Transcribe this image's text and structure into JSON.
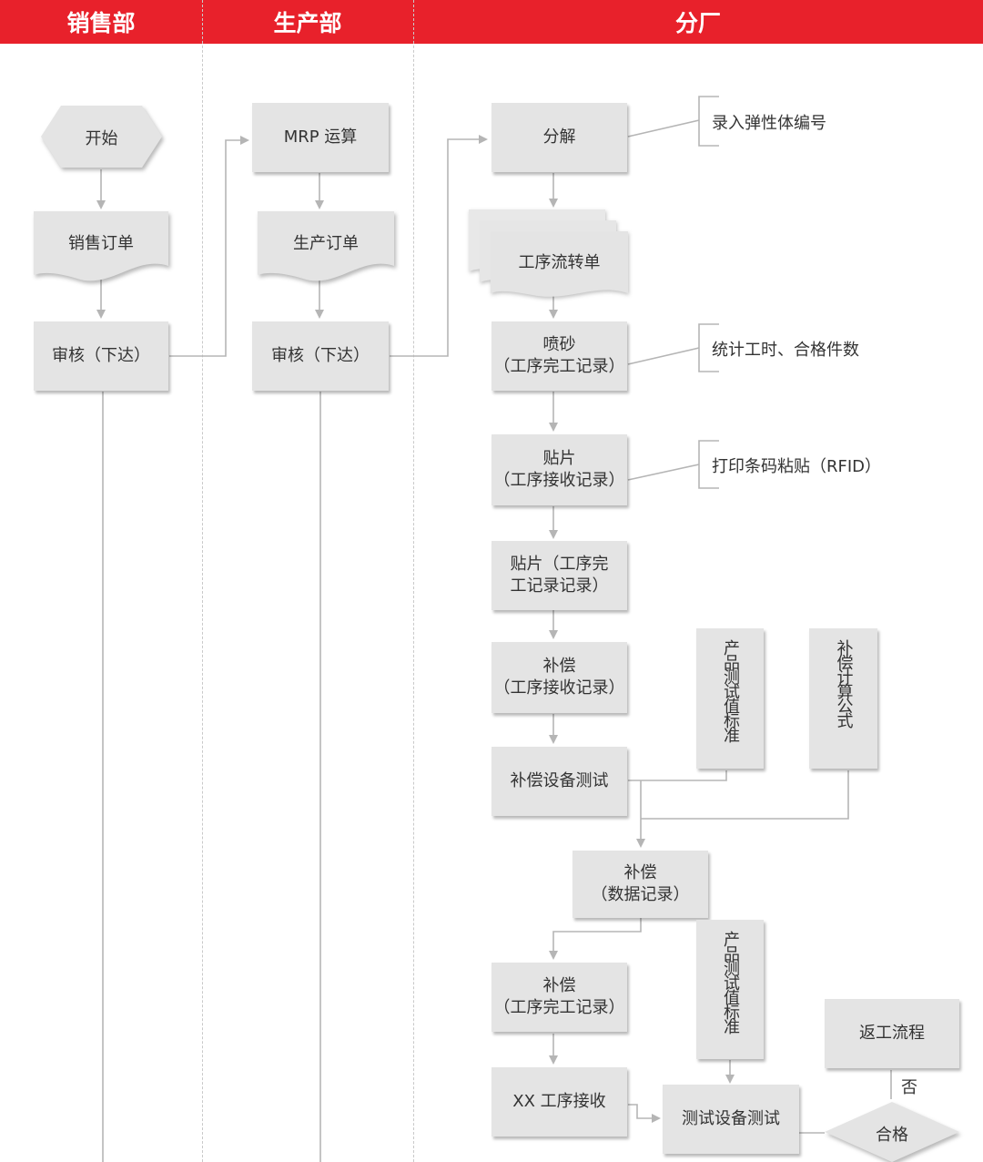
{
  "lanes": {
    "sales": "销售部",
    "production": "生产部",
    "factory": "分厂"
  },
  "sales": {
    "start": "开始",
    "order": "销售订单",
    "review": "审核（下达）"
  },
  "production": {
    "mrp": "MRP 运算",
    "order": "生产订单",
    "review": "审核（下达）"
  },
  "factory": {
    "decompose": "分解",
    "process_sheet": "工序流转单",
    "sandblast_line1": "喷砂",
    "sandblast_line2": "（工序完工记录）",
    "patch1_line1": "贴片",
    "patch1_line2": "（工序接收记录）",
    "patch2_line1": "贴片（工序完",
    "patch2_line2": "工记录记录）",
    "comp1_line1": "补偿",
    "comp1_line2": "（工序接收记录）",
    "comp_test": "补偿设备测试",
    "comp_data_line1": "补偿",
    "comp_data_line2": "（数据记录）",
    "comp2_line1": "补偿",
    "comp2_line2": "（工序完工记录）",
    "xx_receive": "XX 工序接收",
    "test_device": "测试设备测试",
    "qualified": "合格",
    "rework": "返工流程",
    "no": "否"
  },
  "notes": {
    "elastic_id": "录入弹性体编号",
    "work_hours": "统计工时、合格件数",
    "print_barcode": "打印条码粘贴（RFID）"
  },
  "vertical": {
    "test_std_1": "产品测试值标准",
    "comp_formula": "补偿计算公式",
    "test_std_2": "产品测试值标准"
  },
  "colors": {
    "header": "#e8212b",
    "box": "#e4e4e4",
    "line": "#b5b5b5"
  }
}
